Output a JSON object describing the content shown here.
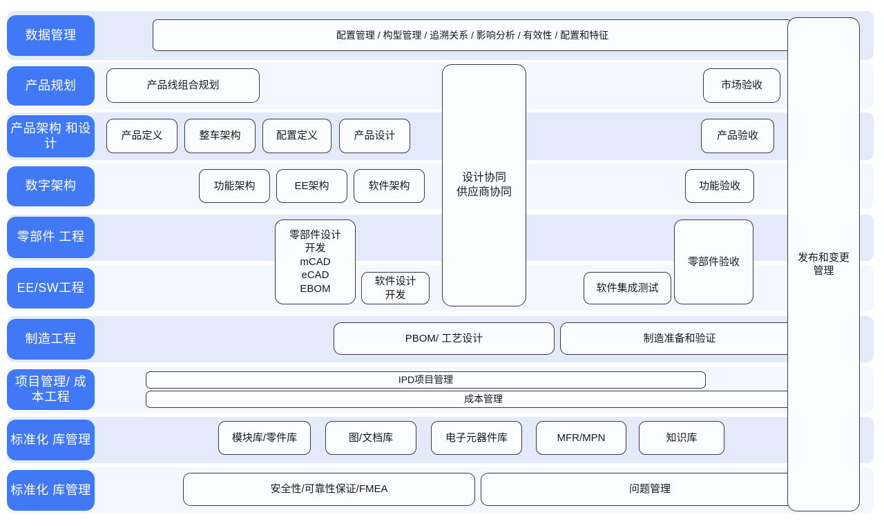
{
  "theme": {
    "lane_pill_color": "#4178f5",
    "stripe_dark": "#e3ebfa",
    "stripe_light": "#f4f7fd",
    "node_border": "#3a3a3c",
    "node_fill": "#fbfcfe",
    "page_background": "#ffffff"
  },
  "lanes": [
    {
      "id": "data-management",
      "label": "数据管理"
    },
    {
      "id": "product-planning",
      "label": "产品规划"
    },
    {
      "id": "product-architecture",
      "label": "产品架构\n和设计"
    },
    {
      "id": "digital-architecture",
      "label": "数字架构"
    },
    {
      "id": "part-engineering",
      "label": "零部件\n工程"
    },
    {
      "id": "ee-sw-engineering",
      "label": "EE/SW工程"
    },
    {
      "id": "manufacturing",
      "label": "制造工程"
    },
    {
      "id": "project-cost",
      "label": "项目管理/\n成本工程"
    },
    {
      "id": "standard-library-1",
      "label": "标准化\n库管理"
    },
    {
      "id": "standard-library-2",
      "label": "标准化\n库管理"
    }
  ],
  "nodes": {
    "data_management_bar": "配置管理 / 构型管理 / 追溯关系 / 影响分析 / 有效性 / 配置和特征",
    "product_line_planning": "产品线组合规划",
    "market_acceptance": "市场验收",
    "product_definition": "产品定义",
    "vehicle_architecture": "整车架构",
    "configuration_definition": "配置定义",
    "product_design": "产品设计",
    "product_acceptance": "产品验收",
    "functional_architecture": "功能架构",
    "ee_architecture": "EE架构",
    "software_architecture": "软件架构",
    "functional_acceptance": "功能验收",
    "design_collaboration": "设计协同\n供应商协同",
    "part_design_dev": "零部件设计\n开发\nmCAD\neCAD\nEBOM",
    "part_acceptance": "零部件验收",
    "software_design_dev": "软件设计\n开发",
    "software_integration_test": "软件集成测试",
    "pbom_process_design": "PBOM/ 工艺设计",
    "manufacturing_prep_validation": "制造准备和验证",
    "ipd_project_management": "IPD项目管理",
    "cost_management": "成本管理",
    "module_part_library": "模块库/零件库",
    "drawing_document_library": "图/文档库",
    "electronic_component_library": "电子元器件库",
    "mfr_mpn": "MFR/MPN",
    "knowledge_library": "知识库",
    "safety_reliability_fmea": "安全性/可靠性保证/FMEA",
    "issue_management": "问题管理",
    "release_change_management": "发布和变更\n管理"
  }
}
